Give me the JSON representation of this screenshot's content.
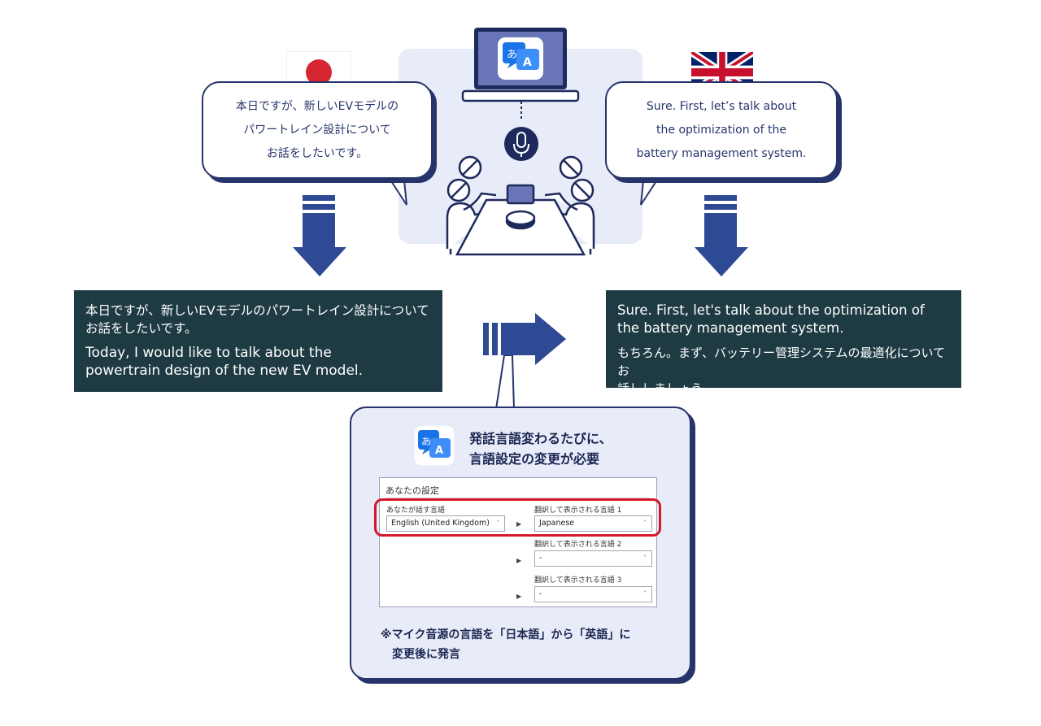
{
  "bubble_left": {
    "text": "本日ですが、新しいEVモデルの\nパワートレイン設計について\nお話をしたいです。"
  },
  "bubble_right": {
    "text": "Sure. First, let’s talk about\nthe optimization of the\nbattery management system."
  },
  "result_left": {
    "ja": "本日ですが、新しいEVモデルのパワートレイン設計について\nお話をしたいです。",
    "en": "Today, I would like to talk about the\npowertrain design of the new EV model."
  },
  "result_right": {
    "en": "Sure. First, let's talk about the optimization of\nthe battery management system.",
    "ja": "もちろん。まず、バッテリー管理システムの最適化についてお\n話ししましょう。"
  },
  "card": {
    "title": "発話言語変わるたびに、\n言語設定の変更が必要",
    "note": "※マイク音源の言語を「日本語」から「英語」に\n　変更後に発言"
  },
  "settings": {
    "title": "あなたの設定",
    "speak_label": "あなたが話す言語",
    "speak_value": "English (United Kingdom)",
    "targets": [
      {
        "label": "翻訳して表示される言語 1",
        "value": "Japanese"
      },
      {
        "label": "翻訳して表示される言語 2",
        "value": "-"
      },
      {
        "label": "翻訳して表示される言語 3",
        "value": "-"
      }
    ],
    "chevron": "˅",
    "arrow": "▶"
  },
  "colors": {
    "navy": "#27346b",
    "arrow_blue": "#2e4a94",
    "result_bg": "#1e3b44",
    "panel_bg": "#e8ebf8",
    "highlight_red": "#d6172b",
    "jp_red": "#d62631"
  },
  "icons": [
    "translate-app-icon",
    "japan-flag-icon",
    "uk-flag-icon",
    "microphone-icon",
    "laptop-icon",
    "person-icon",
    "down-arrow-icon",
    "right-arrow-icon"
  ]
}
